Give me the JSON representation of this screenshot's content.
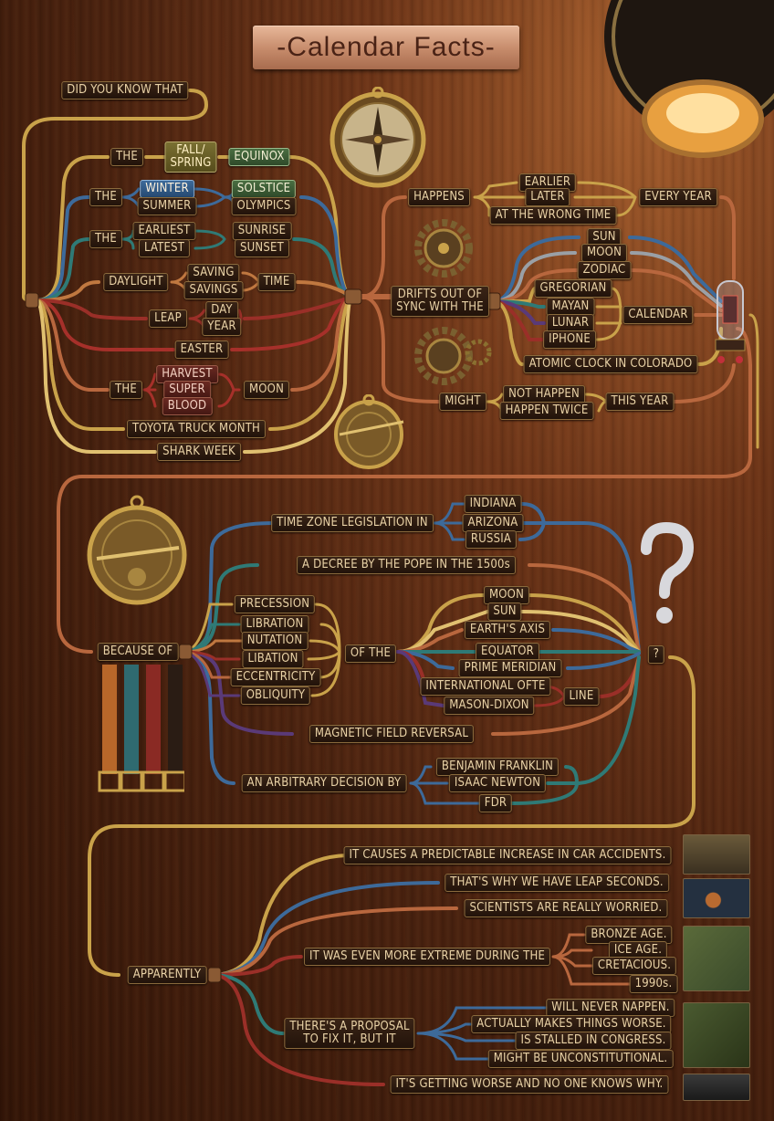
{
  "title": "-Calendar Facts-",
  "section1": {
    "intro": "DID YOU KNOW THAT",
    "the_1": "THE",
    "fall_spring": "FALL/\nSPRING",
    "equinox": "EQUINOX",
    "the_2": "THE",
    "winter": "WINTER",
    "summer": "SUMMER",
    "solstice": "SOLSTICE",
    "olympics": "OLYMPICS",
    "the_3": "THE",
    "earliest": "EARLIEST",
    "latest": "LATEST",
    "sunrise": "SUNRISE",
    "sunset": "SUNSET",
    "daylight": "DAYLIGHT",
    "saving": "SAVING",
    "savings": "SAVINGS",
    "time": "TIME",
    "leap": "LEAP",
    "day": "DAY",
    "year": "YEAR",
    "easter": "EASTER",
    "the_4": "THE",
    "harvest": "HARVEST",
    "super": "SUPER",
    "blood": "BLOOD",
    "moon": "MOON",
    "toyota": "TOYOTA TRUCK MONTH",
    "shark": "SHARK WEEK",
    "happens": "HAPPENS",
    "earlier": "EARLIER",
    "later": "LATER",
    "wrong_time": "AT THE WRONG TIME",
    "every_year": "EVERY YEAR",
    "drifts": "DRIFTS OUT OF\nSYNC WITH THE",
    "sun": "SUN",
    "moon2": "MOON",
    "zodiac": "ZODIAC",
    "gregorian": "GREGORIAN",
    "mayan": "MAYAN",
    "lunar": "LUNAR",
    "iphone": "IPHONE",
    "calendar": "CALENDAR",
    "atomic": "ATOMIC CLOCK IN COLORADO",
    "might": "MIGHT",
    "not_happen": "NOT HAPPEN",
    "happen_twice": "HAPPEN TWICE",
    "this_year": "THIS YEAR"
  },
  "section2": {
    "because": "BECAUSE OF",
    "tz": "TIME ZONE LEGISLATION IN",
    "indiana": "INDIANA",
    "arizona": "ARIZONA",
    "russia": "RUSSIA",
    "pope": "A DECREE BY THE POPE IN THE 1500s",
    "precession": "PRECESSION",
    "libration1": "LIBRATION",
    "nutation": "NUTATION",
    "libation": "LIBATION",
    "eccentricity": "ECCENTRICITY",
    "obliquity": "OBLIQUITY",
    "of_the": "OF THE",
    "moon": "MOON",
    "sun": "SUN",
    "earths_axis": "EARTH'S AXIS",
    "equator": "EQUATOR",
    "prime_meridian": "PRIME MERIDIAN",
    "intl": "INTERNATIONAL OFTE",
    "mason": "MASON-DIXON",
    "line": "LINE",
    "magnetic": "MAGNETIC FIELD REVERSAL",
    "arbitrary": "AN ARBITRARY DECISION BY",
    "franklin": "BENJAMIN FRANKLIN",
    "newton": "ISAAC NEWTON",
    "fdr": "FDR",
    "q": "?"
  },
  "section3": {
    "apparently": "APPARENTLY",
    "car": "IT CAUSES A PREDICTABLE INCREASE IN CAR ACCIDENTS.",
    "leap_seconds": "THAT'S WHY WE HAVE LEAP SECONDS.",
    "worried": "SCIENTISTS ARE REALLY WORRIED.",
    "extreme": "IT WAS EVEN MORE EXTREME DURING THE",
    "bronze": "BRONZE AGE.",
    "ice": "ICE AGE.",
    "cretacious": "CRETACIOUS.",
    "nineties": "1990s.",
    "proposal": "THERE'S A PROPOSAL\nTO FIX IT, BUT IT",
    "never": "WILL NEVER NAPPEN.",
    "worse": "ACTUALLY MAKES THINGS WORSE.",
    "stalled": "IS STALLED IN CONGRESS.",
    "unconst": "MIGHT BE UNCONSTITUTIONAL.",
    "getting_worse": "IT'S GETTING WORSE AND NO ONE KNOWS WHY."
  },
  "decor": [
    "compass-icon",
    "astrolabe-icon",
    "gear-icon",
    "gear-icon",
    "astrolabe-icon",
    "astrolabe-icon",
    "vacuum-tube-icon",
    "question-mark-icon",
    "lamp-icon",
    "leather-straps-icon"
  ],
  "colors": {
    "brass": "#c9a24a",
    "copper": "#b8673e",
    "blue": "#3d6a9a",
    "teal": "#2f7a76",
    "red": "#9a2f28",
    "olive": "#7a7032",
    "purple": "#5a3a78",
    "gray": "#9aa0a6"
  }
}
